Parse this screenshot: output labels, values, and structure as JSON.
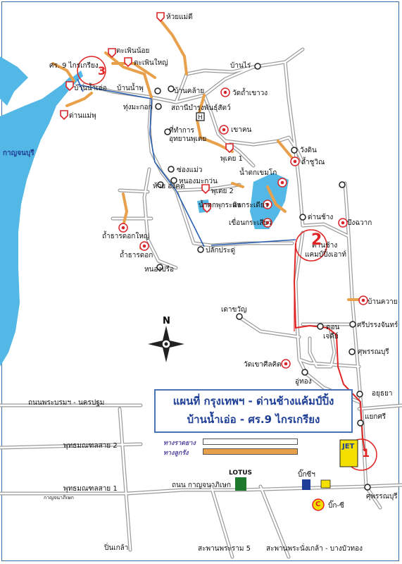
{
  "map": {
    "title_line1": "แผนที่ กรุงเทพฯ - ด่านช้างแค้มป์ปิ้ง",
    "title_line2": "บ้านน้ำเอ่อ - ศร.9 ไกรเกรียง",
    "north": "N",
    "colors": {
      "water": "#53b8e6",
      "road": "#9a9a9a",
      "dirt": "#e8a04a",
      "route": "#e02424",
      "river_route": "#2a5fb0",
      "poi": "#d8252a"
    },
    "legend": [
      {
        "label": "ทางราดยาง",
        "color": "#ffffff"
      },
      {
        "label": "ทางลูกรัง",
        "color": "#e8a04a"
      }
    ],
    "labels": {
      "kanchanaburi": "กาญจนบุรี",
      "huaymaedee": "ห้วยแม่ดี",
      "tsmpinnoi": "ตะเพินน้อย",
      "tsmpinyai": "ตะเพินใหญ่",
      "sr9": "ศร. 9 ไกรเกรียง",
      "baannamphu": "บ้านน้ำพุ",
      "baannamoe": "บ้านน้ำเอ่อ",
      "danmaephu": "ด่านแม่พุ",
      "thungmakok": "ทุ่งมะกอก",
      "baankhaew": "บ้านคล้าย",
      "baanrai": "บ้านไร่",
      "watkhaokho": "วัดถ้ำเขาวง",
      "sadetpokrung": "สถานีบำรุงพันธุ์สัตว์",
      "thithamkan": "ที่ทำการ",
      "uthayan": "อุทยานพุเตย",
      "khaokhon": "เขาคน",
      "phutoei1": "พุเตย 1",
      "wangdin": "วังดิน",
      "thamchuwin": "ถ้ำชูวิณ",
      "songmaeo": "ซ่องแม่ว",
      "nongmakwan": "หนองมะกว่น",
      "huaiongkhot": "ห้วย องคต",
      "phutoei2": "พุเตย 2",
      "namtokphukrading": "น้ำตกพุกระดิง",
      "namtokhuaikhaeng": "น้ำตกเขมโก",
      "phukradueng": "แพกระเดียว",
      "khueankrasiao": "เขื่อนกระเสียว",
      "danchang": "ด่านช้าง",
      "bongchak": "บึงฉวาก",
      "danchangcamp1": "ด่านช้าง",
      "danchangcamp2": "แคมป์ปิ้งเอาท์",
      "thamdoktai": "ถ้ำธารดอกใหญ่",
      "thamdok": "ถ้ำธารดอก",
      "pakprasu": "ปลักประดู่",
      "nongpru": "หนองปรือ",
      "baankhwai": "บ้านควาย",
      "daochan": "เดาขวัญ",
      "srisamrong": "ศรีปรรงจันทร์",
      "khon": "ดอน",
      "chedi": "เจดีย์",
      "suphanburi1": "ศุพรรณบุรี",
      "watkhaosrikhit": "วัดเขาศีลคิต",
      "uthong": "อู่ทอง",
      "ayutthaya": "อยุธยา",
      "yaekkasi": "แยกศรี",
      "nakhonpathom": "ถนนพระบรมฯ - นครปฐม",
      "phutthamonthon2": "พุทธมณฑลสาย 2",
      "phutthamonthon1": "พุทธมณฑลสาย 1",
      "kanchanaphisek_small": "กาญจนาภิเษก",
      "lotus": "LOTUS",
      "bigc_label": "บิ๊กซีฯ",
      "jet": "JET",
      "thanonkanchana": "ถนน กาญจนาภิเษก",
      "suphanburi2": "ศุพรรณบุรี",
      "bigc2": "บิ๊ก-ซี",
      "pinklao": "ปิ่นเกล้า",
      "saphanrama5": "สะพานพระราม 5",
      "saphannonthaburi": "สะพานพระนั่งเกล้า - บางบัวทอง"
    },
    "markers": {
      "sr9": "3",
      "danchang": "2",
      "jet": "1",
      "bigc": "C"
    }
  }
}
